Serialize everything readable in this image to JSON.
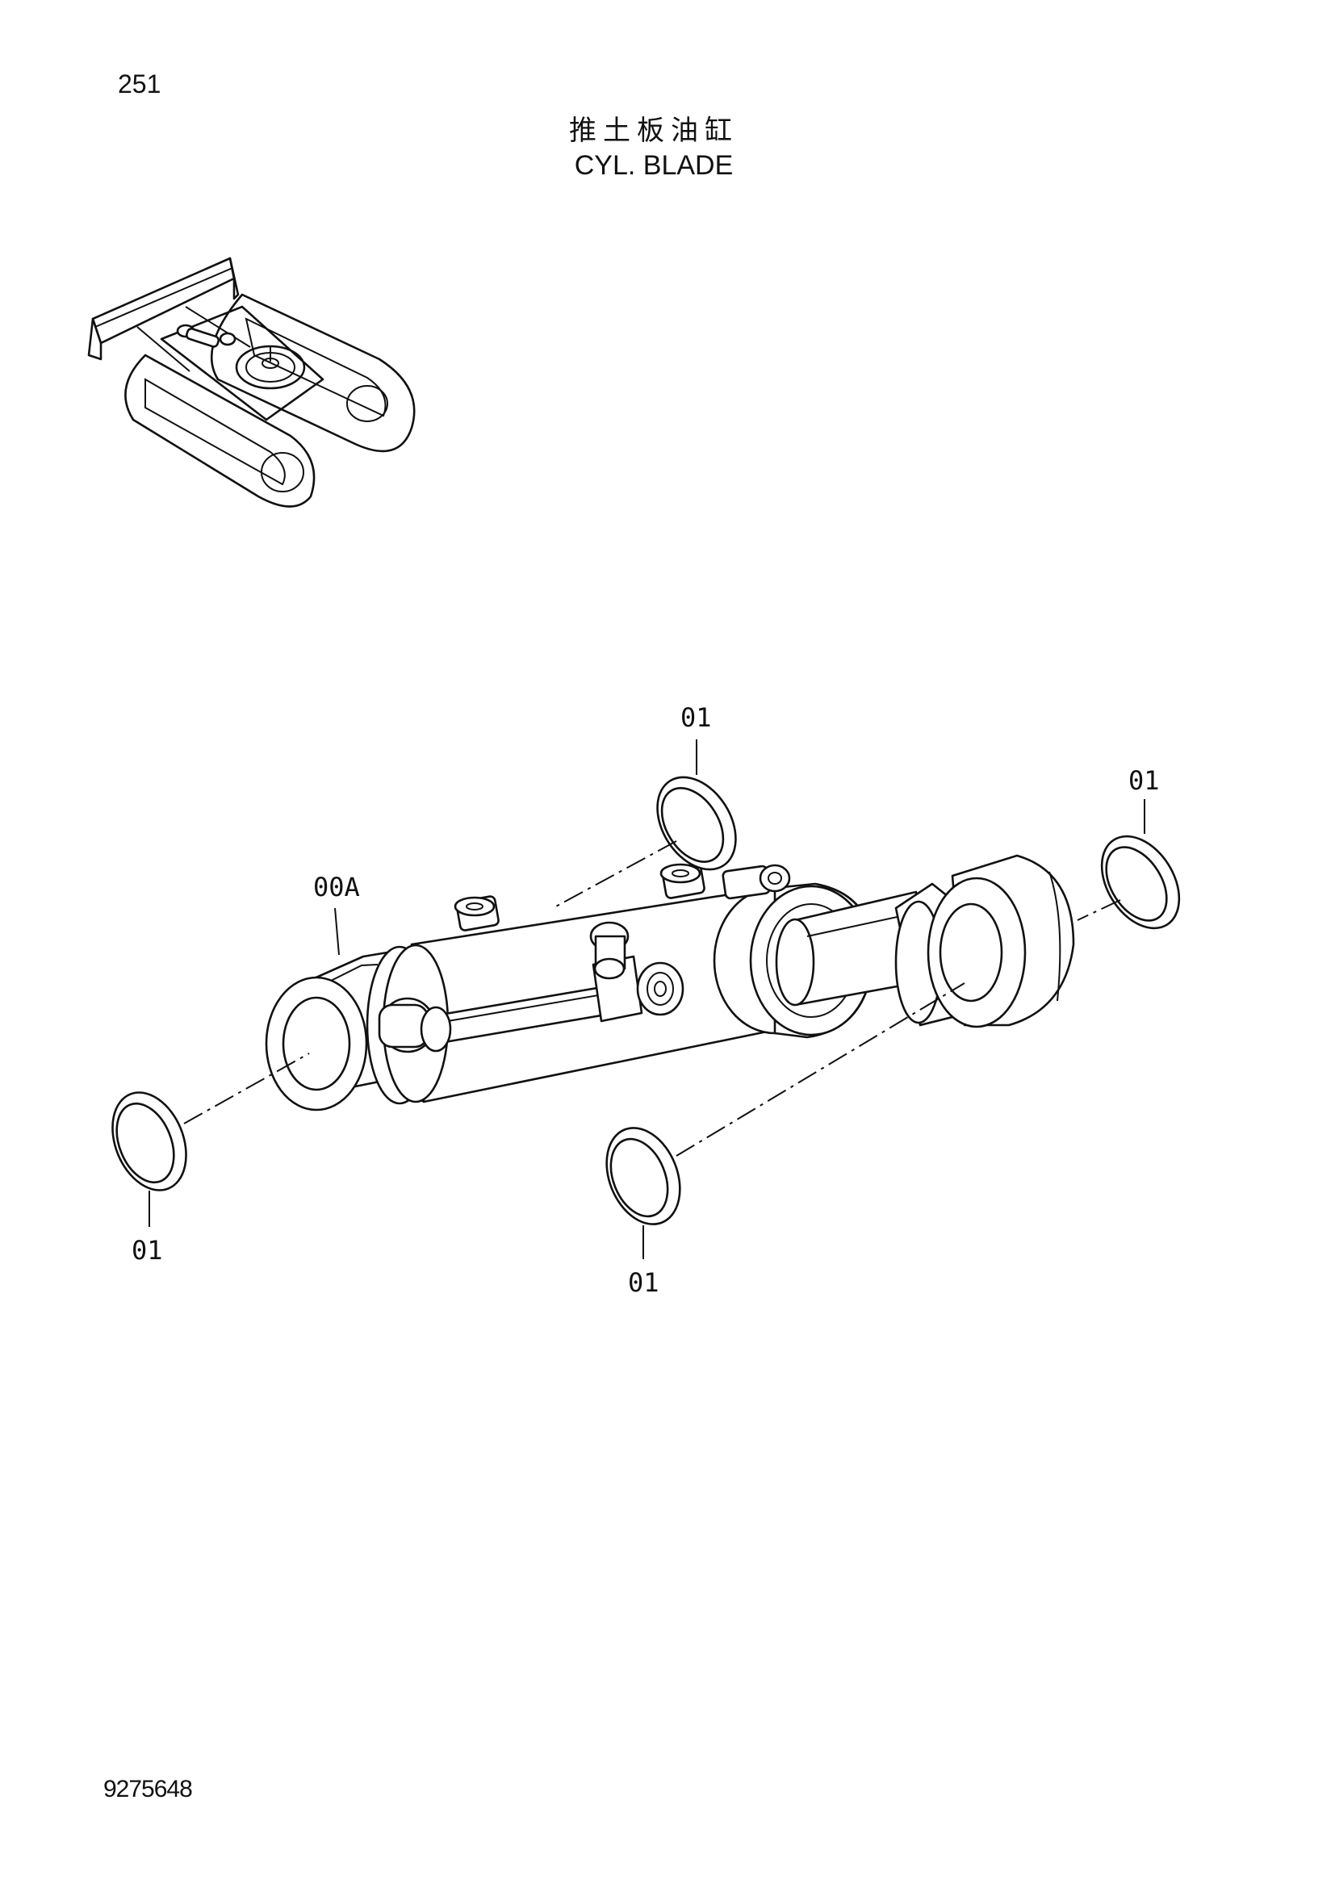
{
  "header": {
    "page_number": "251",
    "title_cn": "推土板油缸",
    "title_en": "CYL. BLADE"
  },
  "callouts": {
    "cylinder_assembly": "00A",
    "ring_top": "01",
    "ring_right": "01",
    "ring_left": "01",
    "ring_bottom": "01"
  },
  "footer": {
    "drawing_number": "9275648"
  }
}
